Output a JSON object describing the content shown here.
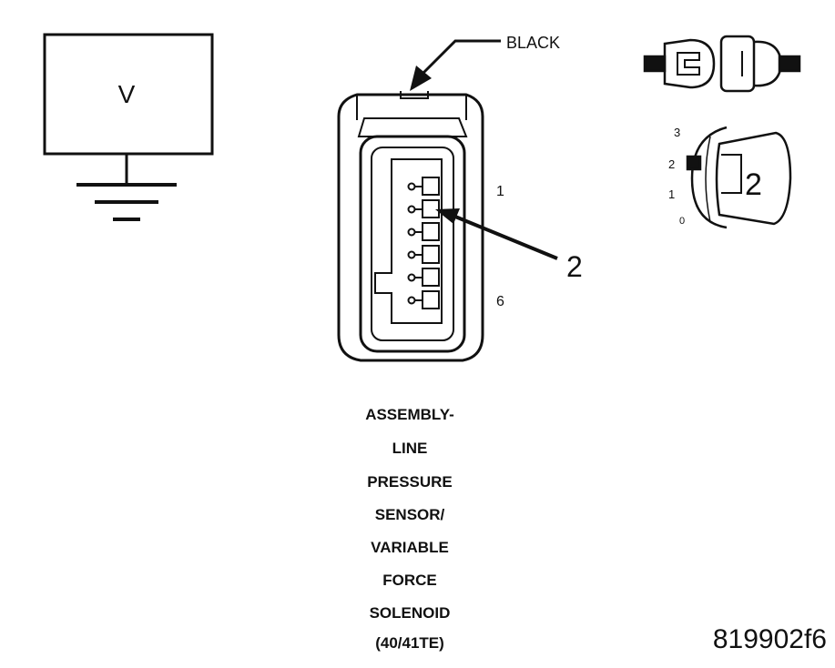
{
  "voltmeter": {
    "symbol": "V"
  },
  "connector": {
    "color_label": "BLACK",
    "pin_first": "1",
    "pin_last": "6",
    "callout": "2"
  },
  "ignition_switch": {
    "positions": [
      "3",
      "2",
      "1",
      "0"
    ],
    "callout": "2"
  },
  "caption": {
    "lines": [
      "ASSEMBLY-",
      "LINE",
      "PRESSURE",
      "SENSOR/",
      "VARIABLE",
      "FORCE",
      "SOLENOID",
      "(40/41TE)"
    ]
  },
  "figure_id": "819902f6"
}
